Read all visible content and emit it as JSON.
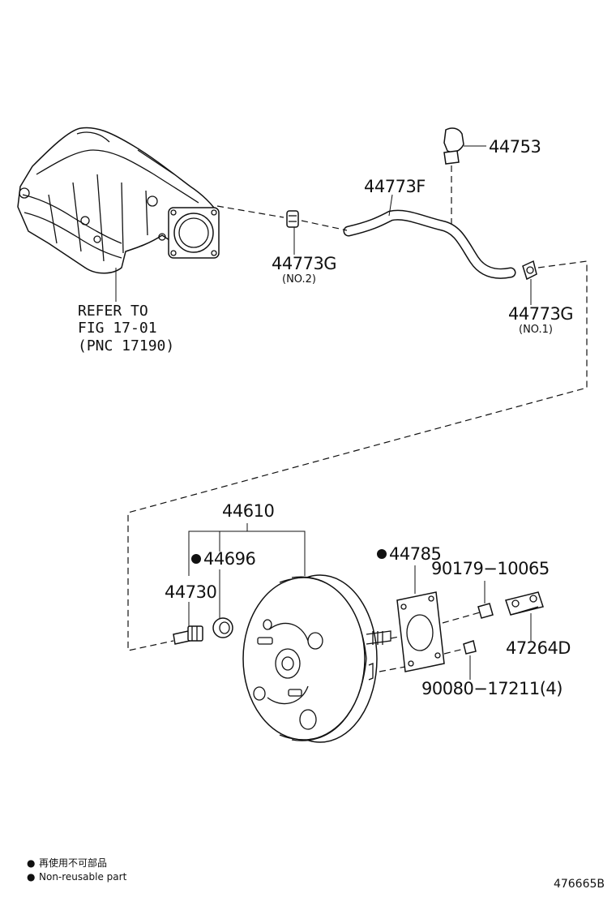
{
  "parts": {
    "clip_44753": "44753",
    "hose_44773F": "44773F",
    "clamp_44773G_no2": "44773G",
    "clamp_44773G_no2_sub": "(NO.2)",
    "clamp_44773G_no1": "44773G",
    "clamp_44773G_no1_sub": "(NO.1)",
    "booster_44610": "44610",
    "grommet_44696": "44696",
    "union_44730": "44730",
    "gasket_44785": "44785",
    "nut_90179": "90179−10065",
    "clevis_47264D": "47264D",
    "nut_90080": "90080−17211(4)"
  },
  "reference": {
    "line1": "REFER TO",
    "line2": "FIG 17-01",
    "line3": "(PNC 17190)"
  },
  "legend": {
    "bullet_symbol": "●",
    "japanese": "再使用不可部品",
    "english": "Non-reusable part"
  },
  "diagram_code": "476665B"
}
